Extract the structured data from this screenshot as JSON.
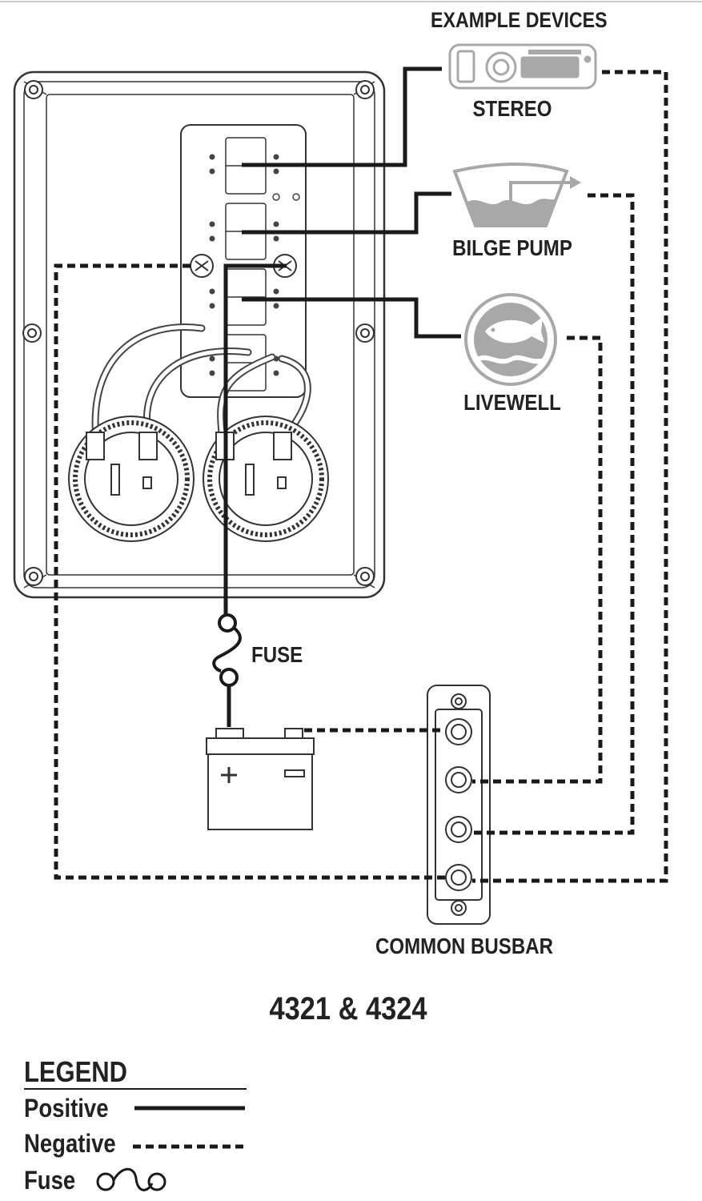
{
  "header": {
    "title": "EXAMPLE DEVICES"
  },
  "devices": {
    "stereo": "STEREO",
    "bilge_pump": "BILGE PUMP",
    "livewell": "LIVEWELL"
  },
  "components": {
    "fuse": "FUSE",
    "busbar": "COMMON BUSBAR"
  },
  "model": "4321 & 4324",
  "legend": {
    "title": "LEGEND",
    "positive": "Positive",
    "negative": "Negative",
    "fuse": "Fuse"
  },
  "colors": {
    "wire": "#1a1a1a",
    "outline": "#333333",
    "device_gray": "#a8a8a8"
  }
}
